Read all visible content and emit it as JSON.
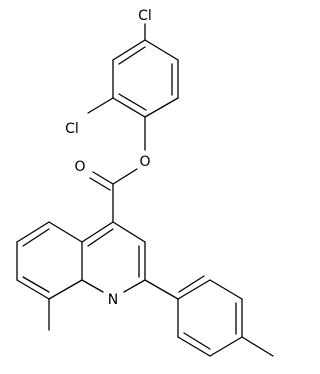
{
  "molecule": {
    "atoms": {
      "cl_top": "Cl",
      "cl_left": "Cl",
      "ester_o": "O",
      "carbonyl_o": "O",
      "ring_n": "N"
    }
  }
}
